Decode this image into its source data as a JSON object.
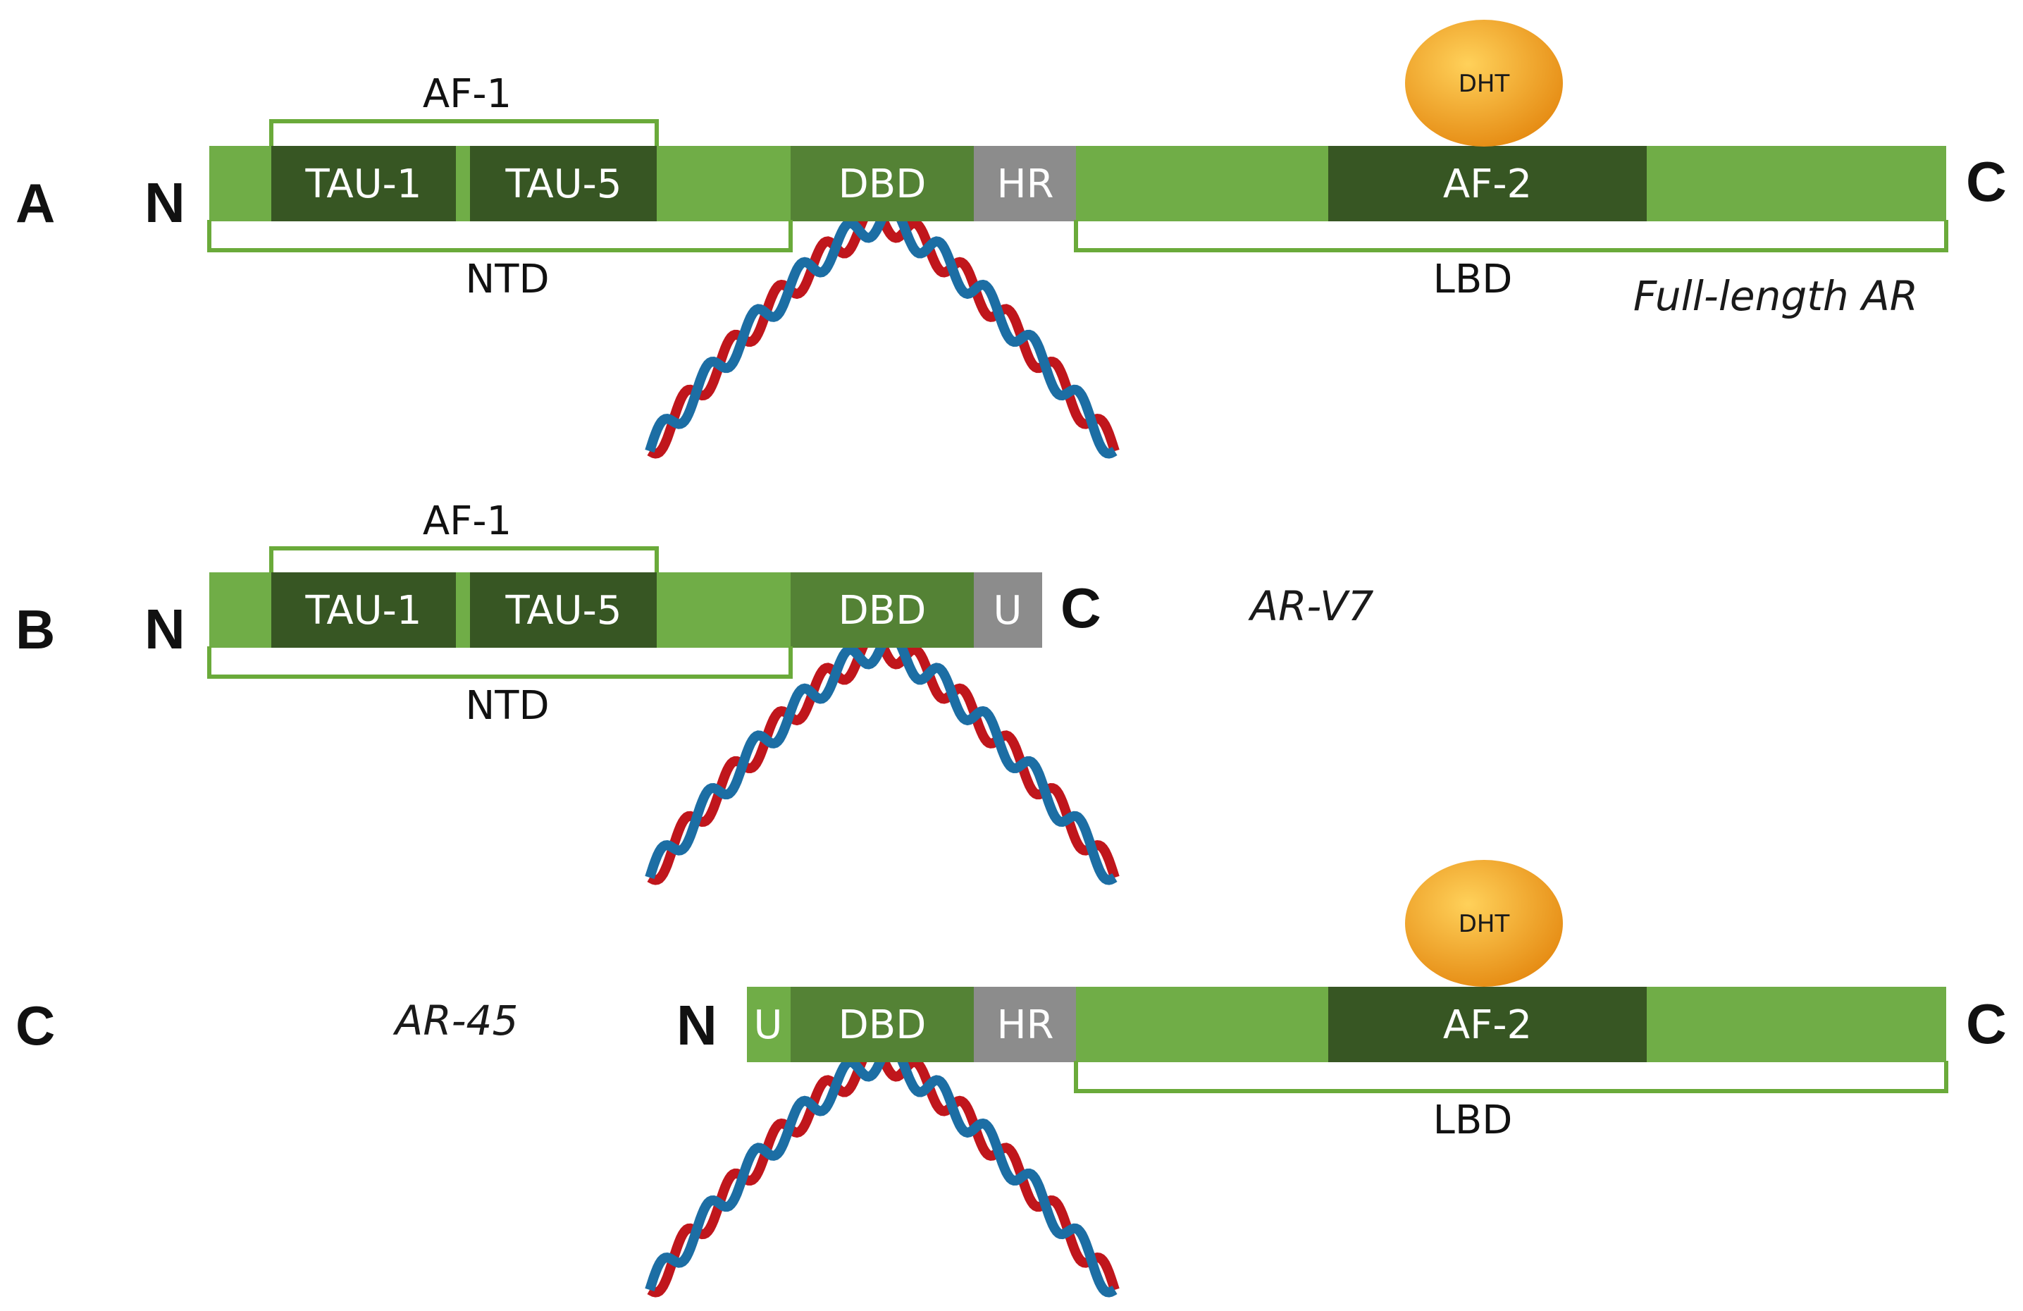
{
  "colors": {
    "bar_light": "#70ad47",
    "bar_dark": "#375623",
    "dbd": "#548235",
    "hr": "#8c8c8c",
    "bracket": "#6aaa3a",
    "dna_red": "#c0161c",
    "dna_blue": "#1c6ea4",
    "dht_light": "#ffd15a",
    "dht_dark": "#e58a12"
  },
  "panels": {
    "a": {
      "letter": "A",
      "n_label": "N",
      "c_label": "C",
      "variant": "Full-length AR",
      "segments": {
        "tau1": "TAU-1",
        "tau5": "TAU-5",
        "dbd": "DBD",
        "hr": "HR",
        "af2": "AF-2"
      },
      "brackets": {
        "af1": "AF-1",
        "ntd": "NTD",
        "lbd": "LBD"
      },
      "ligand": "DHT"
    },
    "b": {
      "letter": "B",
      "n_label": "N",
      "c_label": "C",
      "variant": "AR-V7",
      "segments": {
        "tau1": "TAU-1",
        "tau5": "TAU-5",
        "dbd": "DBD",
        "u": "U"
      },
      "brackets": {
        "af1": "AF-1",
        "ntd": "NTD"
      }
    },
    "c": {
      "letter": "C",
      "n_label": "N",
      "c_label": "C",
      "variant": "AR-45",
      "segments": {
        "u": "U",
        "dbd": "DBD",
        "hr": "HR",
        "af2": "AF-2"
      },
      "brackets": {
        "lbd": "LBD"
      },
      "ligand": "DHT"
    }
  }
}
